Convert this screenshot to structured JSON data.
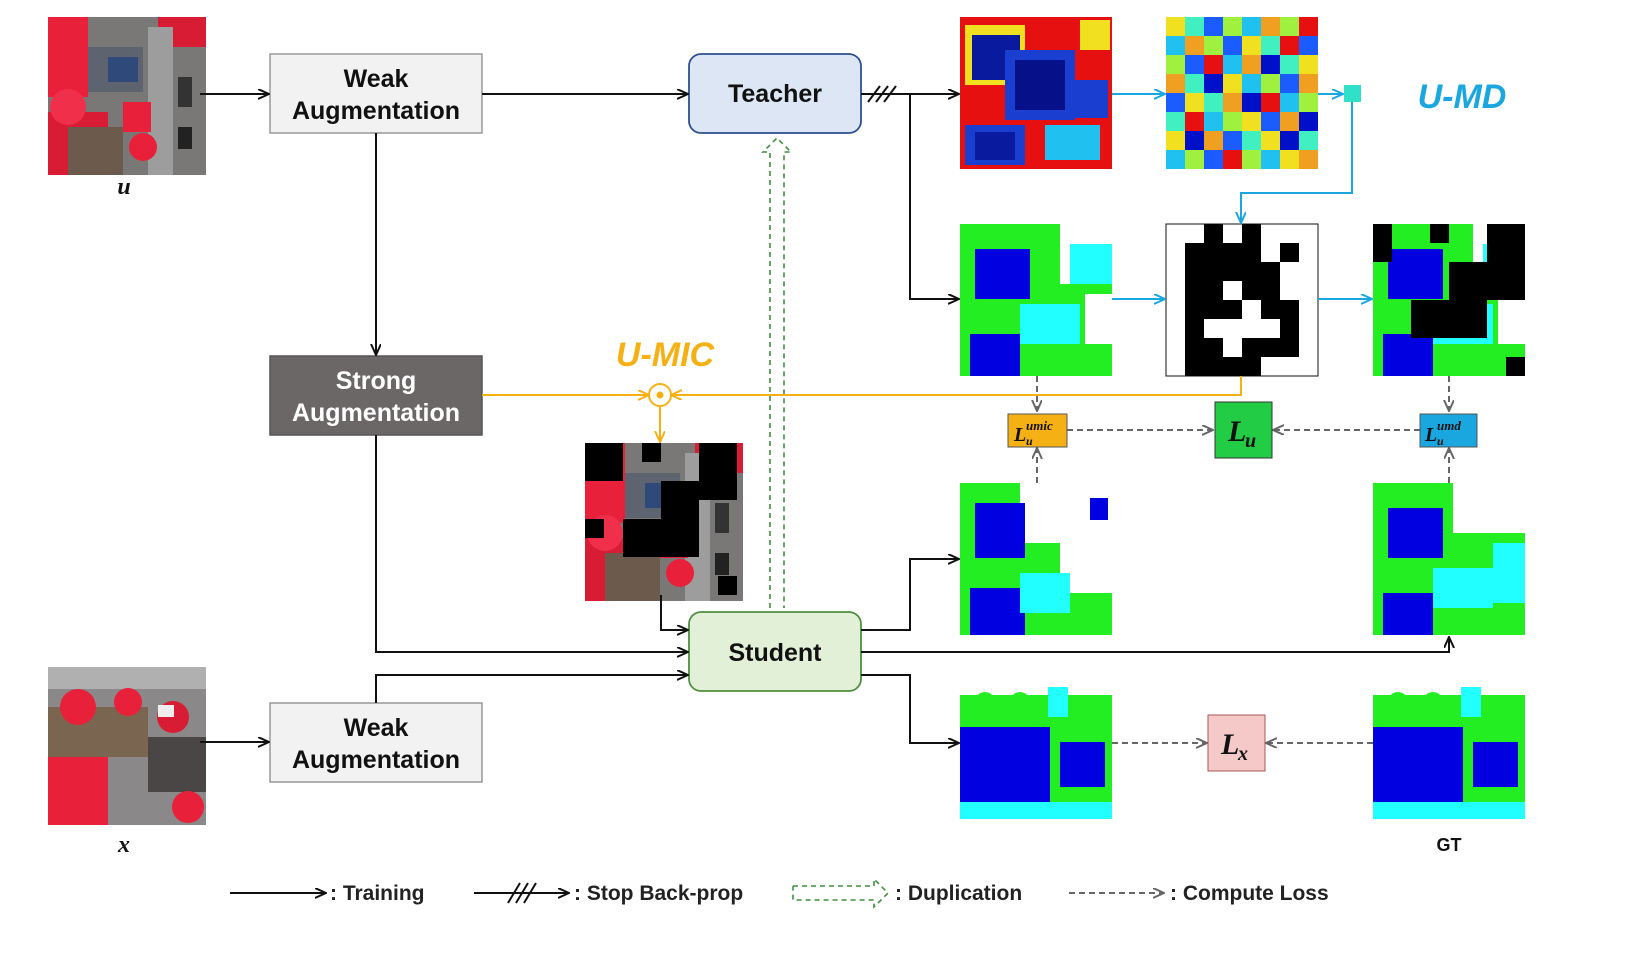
{
  "inputs": {
    "unlabeled_label": "u",
    "labeled_label": "x"
  },
  "boxes": {
    "weak_aug_top": [
      "Weak",
      "Augmentation"
    ],
    "strong_aug": [
      "Strong",
      "Augmentation"
    ],
    "weak_aug_bottom": [
      "Weak",
      "Augmentation"
    ],
    "teacher": "Teacher",
    "student": "Student"
  },
  "branch_titles": {
    "umic": "U-MIC",
    "umd": "U-MD"
  },
  "losses": {
    "l_u": {
      "base": "L",
      "sub": "u"
    },
    "l_x": {
      "base": "L",
      "sub": "x"
    },
    "l_umic": {
      "base": "L",
      "sub": "u",
      "sup": "umic"
    },
    "l_umd": {
      "base": "L",
      "sub": "u",
      "sup": "umd"
    }
  },
  "gt_label": "GT",
  "legend": {
    "training": ": Training",
    "stop_backprop": ": Stop Back-prop",
    "duplication": ": Duplication",
    "compute_loss": ": Compute Loss"
  },
  "colors": {
    "umic_orange": "#f5b014",
    "umd_blue": "#1aa7e0",
    "teacher_fill": "#dce6f4",
    "student_fill": "#e3f0d8",
    "strong_fill": "#6b6766",
    "loss_u_fill": "#22cc44",
    "loss_x_fill": "#f6c9c9",
    "seg_blue": "#0000e0",
    "seg_green": "#22ee22",
    "seg_cyan": "#22ffff",
    "ir_red": "#e8203a"
  }
}
